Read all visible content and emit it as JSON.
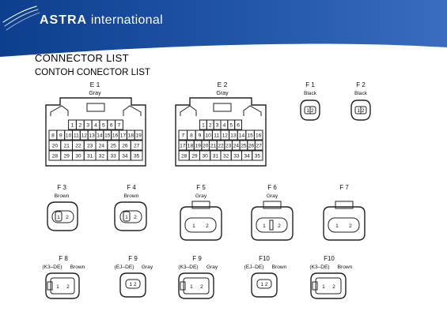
{
  "header": {
    "brand_bold": "ASTRA",
    "brand_rest": "international",
    "colors": {
      "blue": "#1f4fa0",
      "white": "#ffffff"
    }
  },
  "page": {
    "title": "CONNECTOR LIST",
    "subtitle": "CONTOH CONECTOR LIST"
  },
  "connectors": {
    "e1": {
      "name": "E 1",
      "color": "Gray",
      "rows": [
        [
          "1",
          "2",
          "3",
          "4",
          "5",
          "6",
          "7"
        ],
        [
          "8",
          "9",
          "10",
          "11",
          "12",
          "13",
          "14",
          "15",
          "16",
          "17",
          "18",
          "19"
        ],
        [
          "20",
          "21",
          "22",
          "23",
          "24",
          "25",
          "26",
          "27"
        ],
        [
          "28",
          "29",
          "30",
          "31",
          "32",
          "33",
          "34",
          "35"
        ]
      ]
    },
    "e2": {
      "name": "E 2",
      "color": "Gray",
      "rows": [
        [
          "1",
          "2",
          "3",
          "4",
          "5",
          "6"
        ],
        [
          "7",
          "8",
          "9",
          "10",
          "11",
          "12",
          "13",
          "14",
          "15",
          "16"
        ],
        [
          "17",
          "18",
          "19",
          "20",
          "21",
          "22",
          "23",
          "24",
          "25",
          "26",
          "27"
        ],
        [
          "28",
          "29",
          "30",
          "31",
          "32",
          "33",
          "34",
          "35"
        ]
      ]
    },
    "f1": {
      "name": "F 1",
      "color": "Black"
    },
    "f2": {
      "name": "F 2",
      "color": "Black"
    },
    "f3": {
      "name": "F 3",
      "color": "Brown"
    },
    "f4": {
      "name": "F 4",
      "color": "Brown"
    },
    "f5": {
      "name": "F 5",
      "color": "Gray"
    },
    "f6": {
      "name": "F 6",
      "color": "Gray"
    },
    "f7": {
      "name": "F 7",
      "color": ""
    },
    "f8": {
      "name": "F 8",
      "variant": "(K3–DE)",
      "color": "Brown"
    },
    "f9a": {
      "name": "F 9",
      "variant": "(EJ–DE)",
      "color": "Gray"
    },
    "f9b": {
      "name": "F 9",
      "variant": "(K3–DE)",
      "color": "Gray"
    },
    "f10a": {
      "name": "F10",
      "variant": "(EJ–DE)",
      "color": "Brown"
    },
    "f10b": {
      "name": "F10",
      "variant": "(K3–DE)",
      "color": "Brown"
    },
    "pins_two": [
      "1",
      "2"
    ],
    "pins_small": "1 2"
  }
}
